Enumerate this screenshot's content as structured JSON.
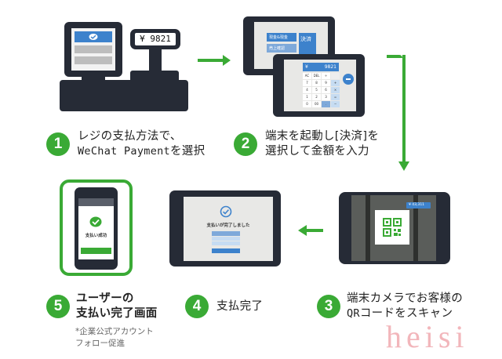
{
  "colors": {
    "accent_green": "#3aaa35",
    "device_dark": "#262b36",
    "screen_light": "#e8e8e6",
    "ui_blue": "#3d82cc",
    "ui_light_blue": "#a8c8ea"
  },
  "register": {
    "price_display": "¥ 9821",
    "icon": "wechat-pay-icon"
  },
  "terminal_menu": {
    "button_a": "現金&現金",
    "button_b": "売上確認",
    "settle_button": "決済"
  },
  "keypad": {
    "currency": "¥",
    "amount": "9821",
    "keys": [
      "AC",
      "DEL",
      "÷",
      "",
      "7",
      "8",
      "9",
      "+",
      "4",
      "5",
      "6",
      "×",
      "1",
      "2",
      "3",
      "=",
      "0",
      "00",
      ".",
      "−"
    ],
    "enter_icon": "ok-icon"
  },
  "qr_scan": {
    "badge": "¥ 43,311",
    "icon": "qr-code-icon"
  },
  "payment_done_screen": {
    "message": "支払いが完了しました",
    "icon": "check-circle-icon"
  },
  "user_phone": {
    "message": "支払い成功",
    "icon": "wechat-pay-icon"
  },
  "steps": [
    {
      "number": "1",
      "line1": "レジの支払方法で、",
      "line2_mono": "WeChat Payment",
      "line2_rest": "を選択"
    },
    {
      "number": "2",
      "line1": "端末を起動し[決済]を",
      "line2": "選択して金額を入力"
    },
    {
      "number": "3",
      "line1": "端末カメラでお客様の",
      "line2_mono": "QR",
      "line2_rest": "コードをスキャン"
    },
    {
      "number": "4",
      "line1": "支払完了"
    },
    {
      "number": "5",
      "line1": "ユーザーの",
      "line2": "支払い完了画面",
      "note1": "*企業公式アカウント",
      "note2": "フォロー促進"
    }
  ],
  "watermark": "heisi"
}
